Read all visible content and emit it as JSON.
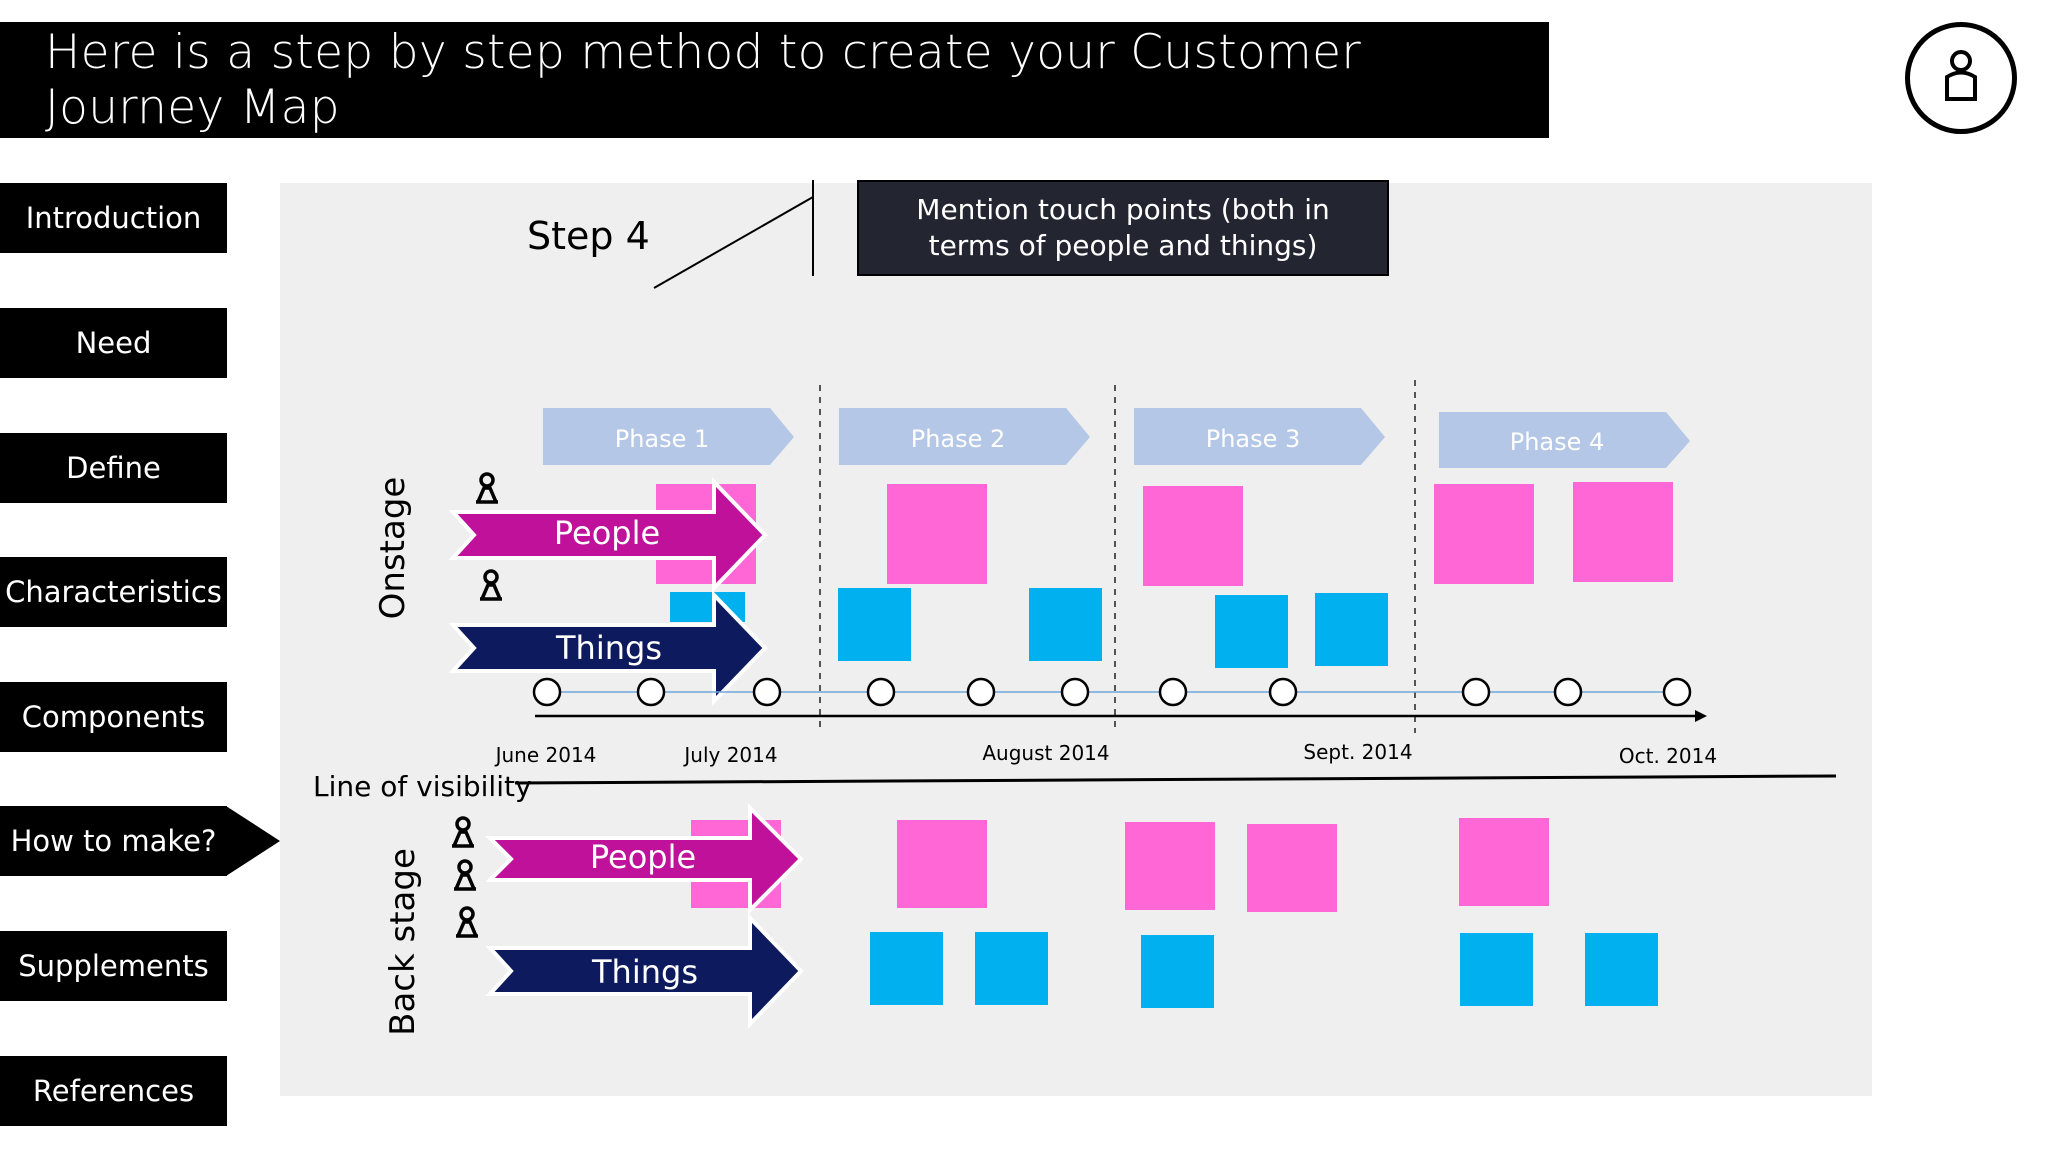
{
  "title": "Here is a step by step method to create your Customer Journey Map",
  "nav": {
    "items": [
      {
        "label": "Introduction"
      },
      {
        "label": "Need"
      },
      {
        "label": "Define"
      },
      {
        "label": "Characteristics"
      },
      {
        "label": "Components"
      },
      {
        "label": "How to make?",
        "active": true
      },
      {
        "label": "Supplements"
      },
      {
        "label": "References"
      }
    ]
  },
  "diagram": {
    "step_label": "Step 4",
    "callout": "Mention touch points (both in terms of people and things)",
    "phases": [
      "Phase 1",
      "Phase 2",
      "Phase 3",
      "Phase 4"
    ],
    "onstage_label": "Onstage",
    "backstage_label": "Back stage",
    "people_label": "People",
    "things_label": "Things",
    "line_of_visibility": "Line of visibility",
    "timeline_labels": [
      "June 2014",
      "July 2014",
      "August 2014",
      "Sept. 2014",
      "Oct. 2014"
    ],
    "colors": {
      "people_arrow": "#c0119b",
      "things_arrow": "#0d1a5e",
      "pink_note": "#ff66d6",
      "blue_note": "#00b0ef",
      "phase_chevron": "#b4c7e7"
    },
    "icons": [
      "person-icon"
    ]
  }
}
